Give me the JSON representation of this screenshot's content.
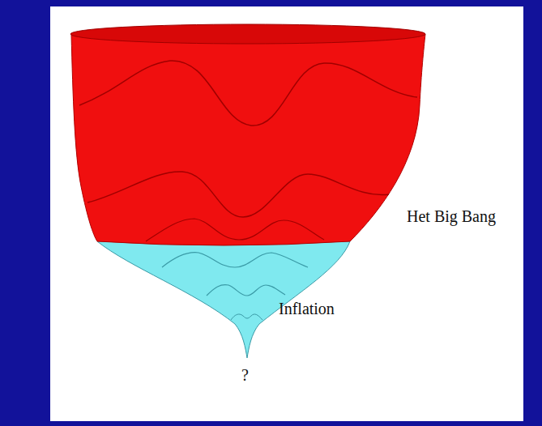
{
  "diagram": {
    "labels": [
      "Het Big Bang",
      "Inflation",
      "?"
    ]
  }
}
